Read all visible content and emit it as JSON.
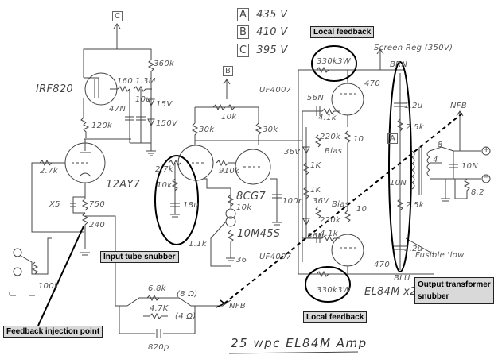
{
  "diagram": {
    "title": "25 wpc EL84M Amp",
    "legend": [
      {
        "node": "A",
        "voltage": "435 V"
      },
      {
        "node": "B",
        "voltage": "410 V"
      },
      {
        "node": "C",
        "voltage": "395 V"
      }
    ],
    "node_labels": {
      "A": "A",
      "B": "B",
      "C": "C"
    },
    "callouts": {
      "local_feedback_top": "Local feedback",
      "local_feedback_bottom": "Local feedback",
      "input_tube_snubber": "Input tube snubber",
      "output_transformer_snubber_line1": "Output transformer",
      "output_transformer_snubber_line2": "snubber",
      "feedback_injection_point": "Feedback injection point"
    },
    "components": {
      "mosfet": "IRF820",
      "r_360k": "360k",
      "r_160": "160",
      "r_1_3m": "1.3M",
      "c_10u": "10u",
      "c_47n": "47N",
      "z_15v": "15V",
      "z_150v": "150V",
      "r_120k": "120k",
      "r_2_7k_a": "2.7k",
      "tube_input": "12AY7",
      "c_cathode": "X5",
      "r_750": "750",
      "r_240": "240",
      "r_100k": "100k",
      "r_10k_pot": "10k",
      "r_30k_a": "30k",
      "r_30k_b": "30k",
      "r_2_7k_b": "2.7k",
      "r_910k": "910k",
      "r_10k_snub": "10k",
      "c_18u": "18u",
      "tube_8cg7": "8CG7",
      "r_10k_ccs": "10k",
      "ccs": "10M45S",
      "r_1_1k": "1.1k",
      "r_36": "36",
      "c_100n": "100n",
      "diode_top": "UF4007",
      "diode_bottom": "UF4007",
      "c_56n_top": "56N",
      "c_56n_bot": "56N",
      "r_4_1k_top": "4.1k",
      "r_4_1k_bot": "4.1k",
      "r_220k_top": "220k",
      "r_220k_bot": "220k",
      "bias_top": "Bias",
      "bias_bot": "Bias",
      "z_36v_top": "36V",
      "z_36v_bot": "36V",
      "r_1k_top": "1K",
      "r_1k_bot": "1K",
      "r_10_top": "10",
      "r_10_bot": "10",
      "r_470_top": "470",
      "r_470_bot": "470",
      "lf_res_top": "330k3W",
      "lf_res_bot": "330k3W",
      "screen_reg": "Screen Reg (350V)",
      "wire_brn": "BRN",
      "wire_blu": "BLU",
      "c_1_2u_top": "1.2u",
      "c_1_2u_bot": "1.2u",
      "r_2_5k_top": "2.5k",
      "r_2_5k_bot": "2.5k",
      "c_10n": "10N",
      "tube_output": "EL84M x2",
      "tap_8": "8",
      "tap_4": "4",
      "c_10n_out": "10N",
      "r_8_2": "8.2",
      "out_plus": "+",
      "out_minus": "−",
      "nfb_top": "NFB",
      "nfb_bottom": "NFB",
      "r_6_8k": "6.8k",
      "r_4_7k": "4.7K",
      "tap_8ohm": "(8 Ω)",
      "tap_4ohm": "(4 Ω)",
      "c_820p": "820p",
      "fusible": "Fusible 'low"
    }
  }
}
